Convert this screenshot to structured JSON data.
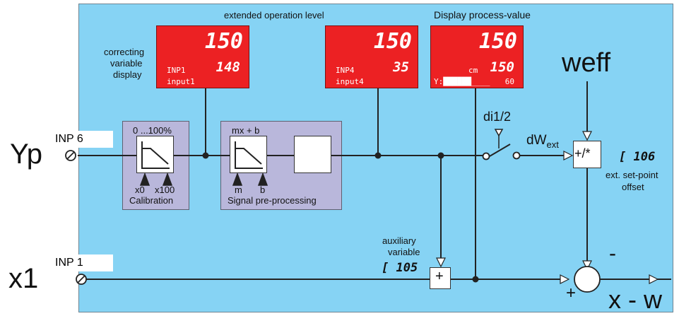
{
  "labels": {
    "extended_operation_level": "extended operation level",
    "display_process_value": "Display process-value",
    "correcting_variable_display": [
      "correcting",
      "variable",
      "display"
    ],
    "calibration_range": "0 ...100%",
    "x0": "x0",
    "x100": "x100",
    "calibration": "Calibration",
    "mx_b": "mx + b",
    "m": "m",
    "b": "b",
    "signal_preprocessing": "Signal pre-processing",
    "di": "di1/2",
    "dw": "dW",
    "dw_sub": "ext",
    "plus_mult": "+/*",
    "weff": "weff",
    "c106": "[ 106",
    "ext_setpoint": [
      "ext. set-point",
      "offset"
    ],
    "auxiliary": [
      "auxiliary",
      "variable"
    ],
    "c105": "[ 105",
    "plus_box": "+",
    "minus_sign": "-",
    "plus_sign": "+",
    "x_minus_w": "x - w"
  },
  "inputs": {
    "yp": "Yp",
    "inp6": "INP 6",
    "x1": "x1",
    "inp1": "INP 1"
  },
  "displays": [
    {
      "main": "150",
      "label": "INP1",
      "value": "148",
      "sub": "input1"
    },
    {
      "main": "150",
      "label": "INP4",
      "value": "35",
      "sub": "input4"
    },
    {
      "main": "150",
      "label": "cm",
      "value": "150",
      "bar": "Y:██████____",
      "bar_value": "60"
    }
  ],
  "colors": {
    "panel": "#86d3f4",
    "display": "#ec2123",
    "group": "#b9b7db"
  }
}
